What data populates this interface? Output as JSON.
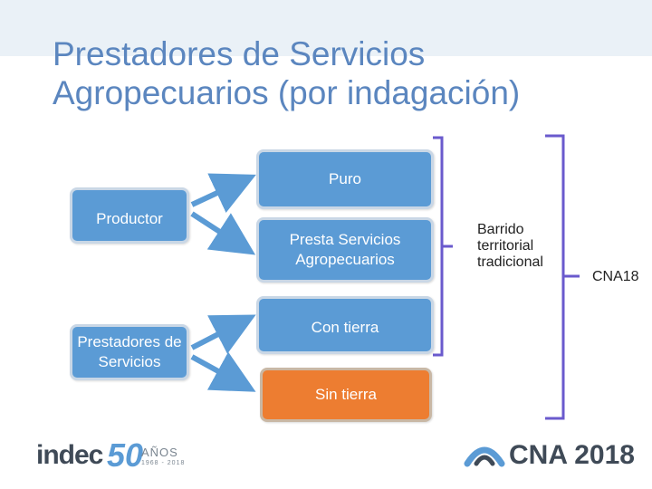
{
  "title": "Prestadores de Servicios Agropecuarios (por indagación)",
  "boxes": {
    "productor": "Productor",
    "prestadores": "Prestadores de Servicios",
    "puro": "Puro",
    "presta_servicios": "Presta Servicios Agropecuarios",
    "con_tierra": "Con tierra",
    "sin_tierra": "Sin tierra"
  },
  "labels": {
    "barrido": "Barrido territorial tradicional",
    "cna18": "CNA18"
  },
  "logos": {
    "indec": "indec",
    "indec_50": "50",
    "indec_anos": "AÑOS",
    "indec_years": "1968 - 2018",
    "cna": "CNA 2018"
  },
  "colors": {
    "title": "#5b86bf",
    "box_blue": "#5b9bd5",
    "box_orange": "#ed7d31",
    "bracket": "#6a5acd"
  }
}
